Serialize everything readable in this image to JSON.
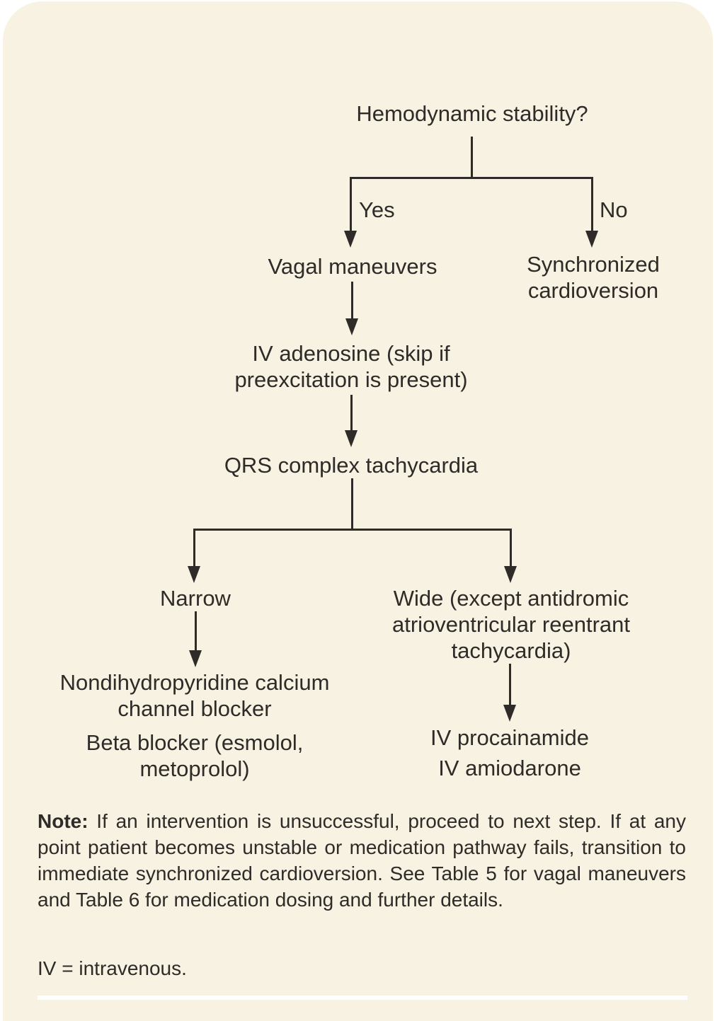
{
  "colors": {
    "panel_background": "#f8f2e2",
    "text": "#2e2b28",
    "divider": "#ffffff",
    "page_background": "#ffffff"
  },
  "flowchart": {
    "root": "Hemodynamic stability?",
    "yes": "Yes",
    "no": "No",
    "vagal": "Vagal maneuvers",
    "sync": [
      "Synchronized",
      "cardioversion"
    ],
    "adenosine": [
      "IV adenosine (skip if",
      "preexcitation is present)"
    ],
    "qrs": "QRS complex tachycardia",
    "narrow": "Narrow",
    "wide": [
      "Wide (except antidromic",
      "atrioventricular reentrant",
      "tachycardia)"
    ],
    "ccb": [
      "Nondihydropyridine calcium",
      "channel blocker"
    ],
    "beta": [
      "Beta blocker (esmolol,",
      "metoprolol)"
    ],
    "procainamide": "IV procainamide",
    "amiodarone": "IV amiodarone"
  },
  "note": {
    "label": "Note:",
    "body": " If an intervention is unsuccessful, proceed to next step. If at any point patient becomes unstable or medication pathway fails, transition to immediate synchronized cardioversion. See Table 5 for vagal maneuvers and Table 6 for medication dosing and further details."
  },
  "footnote": "IV = intravenous."
}
